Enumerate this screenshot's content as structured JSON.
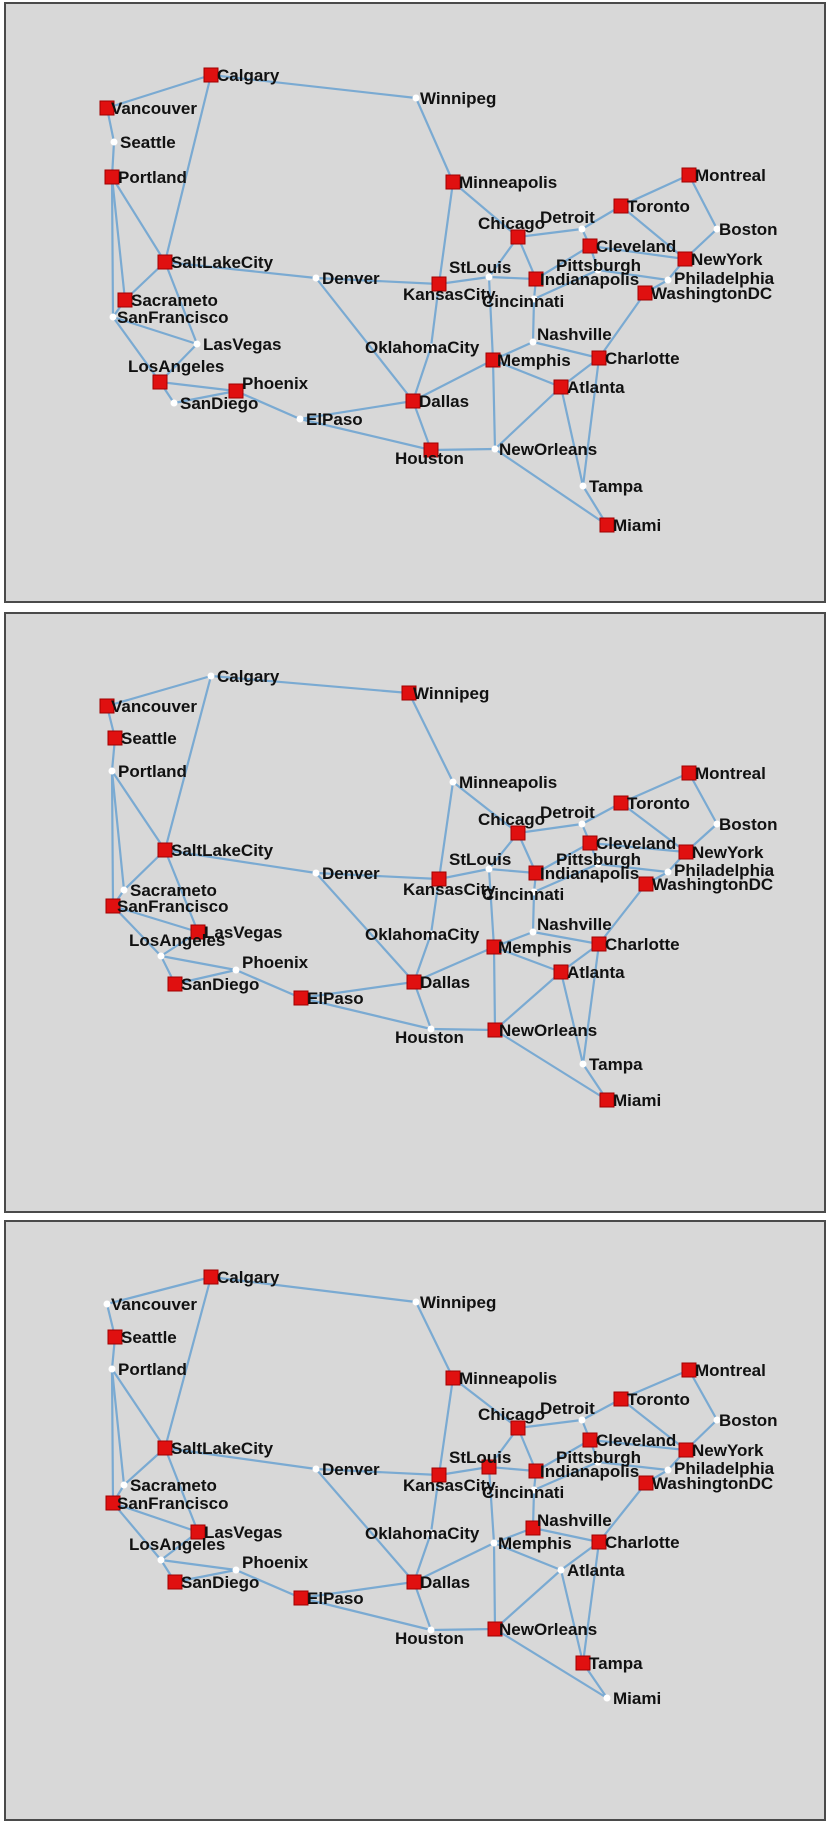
{
  "colors": {
    "panel_bg": "#d8d8d8",
    "edge": "#7aaad2",
    "selected_node": "#e01010",
    "unselected_node": "#ffffff",
    "label": "#111111"
  },
  "graph": {
    "cities": [
      "Vancouver",
      "Seattle",
      "Portland",
      "Calgary",
      "Winnipeg",
      "SaltLakeCity",
      "Sacrameto",
      "SanFrancisco",
      "LasVegas",
      "LosAngeles",
      "SanDiego",
      "Phoenix",
      "Denver",
      "ElPaso",
      "OklahomaCity",
      "Dallas",
      "Houston",
      "KansasCity",
      "Minneapolis",
      "StLouis",
      "Chicago",
      "Detroit",
      "Toronto",
      "Montreal",
      "Boston",
      "Cleveland",
      "Pittsburgh",
      "NewYork",
      "Philadelphia",
      "WashingtonDC",
      "Indianapolis",
      "Cincinnati",
      "Nashville",
      "Memphis",
      "Charlotte",
      "Atlanta",
      "NewOrleans",
      "Tampa",
      "Miami"
    ],
    "edges": [
      [
        "Vancouver",
        "Seattle"
      ],
      [
        "Vancouver",
        "Calgary"
      ],
      [
        "Seattle",
        "Portland"
      ],
      [
        "Calgary",
        "Winnipeg"
      ],
      [
        "Calgary",
        "SaltLakeCity"
      ],
      [
        "Portland",
        "SaltLakeCity"
      ],
      [
        "Portland",
        "Sacrameto"
      ],
      [
        "Portland",
        "SanFrancisco"
      ],
      [
        "Sacrameto",
        "SaltLakeCity"
      ],
      [
        "Sacrameto",
        "SanFrancisco"
      ],
      [
        "SanFrancisco",
        "LasVegas"
      ],
      [
        "SanFrancisco",
        "LosAngeles"
      ],
      [
        "SaltLakeCity",
        "LasVegas"
      ],
      [
        "SaltLakeCity",
        "Denver"
      ],
      [
        "LosAngeles",
        "LasVegas"
      ],
      [
        "LosAngeles",
        "SanDiego"
      ],
      [
        "LosAngeles",
        "Phoenix"
      ],
      [
        "SanDiego",
        "Phoenix"
      ],
      [
        "Phoenix",
        "ElPaso"
      ],
      [
        "Denver",
        "KansasCity"
      ],
      [
        "Denver",
        "Dallas"
      ],
      [
        "ElPaso",
        "Dallas"
      ],
      [
        "ElPaso",
        "Houston"
      ],
      [
        "Winnipeg",
        "Minneapolis"
      ],
      [
        "Minneapolis",
        "KansasCity"
      ],
      [
        "Minneapolis",
        "Chicago"
      ],
      [
        "KansasCity",
        "StLouis"
      ],
      [
        "KansasCity",
        "OklahomaCity"
      ],
      [
        "OklahomaCity",
        "Dallas"
      ],
      [
        "Dallas",
        "Houston"
      ],
      [
        "Dallas",
        "Memphis"
      ],
      [
        "Houston",
        "NewOrleans"
      ],
      [
        "StLouis",
        "Chicago"
      ],
      [
        "StLouis",
        "Memphis"
      ],
      [
        "StLouis",
        "Indianapolis"
      ],
      [
        "Chicago",
        "Detroit"
      ],
      [
        "Chicago",
        "Indianapolis"
      ],
      [
        "Detroit",
        "Toronto"
      ],
      [
        "Detroit",
        "Cleveland"
      ],
      [
        "Toronto",
        "Montreal"
      ],
      [
        "Toronto",
        "NewYork"
      ],
      [
        "Montreal",
        "Boston"
      ],
      [
        "Boston",
        "NewYork"
      ],
      [
        "Cleveland",
        "NewYork"
      ],
      [
        "Cleveland",
        "Pittsburgh"
      ],
      [
        "Indianapolis",
        "Cleveland"
      ],
      [
        "Indianapolis",
        "Cincinnati"
      ],
      [
        "Cincinnati",
        "Pittsburgh"
      ],
      [
        "Cincinnati",
        "Nashville"
      ],
      [
        "Pittsburgh",
        "Philadelphia"
      ],
      [
        "NewYork",
        "Philadelphia"
      ],
      [
        "Philadelphia",
        "WashingtonDC"
      ],
      [
        "WashingtonDC",
        "Charlotte"
      ],
      [
        "Nashville",
        "Memphis"
      ],
      [
        "Nashville",
        "Charlotte"
      ],
      [
        "Memphis",
        "Atlanta"
      ],
      [
        "Memphis",
        "NewOrleans"
      ],
      [
        "Atlanta",
        "Charlotte"
      ],
      [
        "Atlanta",
        "NewOrleans"
      ],
      [
        "Atlanta",
        "Tampa"
      ],
      [
        "Charlotte",
        "Tampa"
      ],
      [
        "NewOrleans",
        "Miami"
      ],
      [
        "Tampa",
        "Miami"
      ]
    ]
  },
  "panels": [
    {
      "selected": [
        "Vancouver",
        "Calgary",
        "Portland",
        "SaltLakeCity",
        "Sacrameto",
        "LosAngeles",
        "Phoenix",
        "Minneapolis",
        "KansasCity",
        "Chicago",
        "Toronto",
        "Montreal",
        "Cleveland",
        "NewYork",
        "Indianapolis",
        "WashingtonDC",
        "Memphis",
        "Charlotte",
        "Atlanta",
        "Dallas",
        "Houston",
        "Miami"
      ]
    },
    {
      "selected": [
        "Vancouver",
        "Seattle",
        "Winnipeg",
        "SaltLakeCity",
        "SanFrancisco",
        "LasVegas",
        "SanDiego",
        "ElPaso",
        "KansasCity",
        "Chicago",
        "Toronto",
        "Montreal",
        "Cleveland",
        "NewYork",
        "Indianapolis",
        "WashingtonDC",
        "Memphis",
        "Charlotte",
        "Atlanta",
        "Dallas",
        "NewOrleans",
        "Miami"
      ]
    },
    {
      "selected": [
        "Calgary",
        "Seattle",
        "SaltLakeCity",
        "SanFrancisco",
        "LasVegas",
        "SanDiego",
        "ElPaso",
        "Minneapolis",
        "KansasCity",
        "StLouis",
        "Chicago",
        "Toronto",
        "Montreal",
        "Cleveland",
        "NewYork",
        "Indianapolis",
        "WashingtonDC",
        "Nashville",
        "Charlotte",
        "Dallas",
        "NewOrleans",
        "Tampa"
      ]
    }
  ]
}
